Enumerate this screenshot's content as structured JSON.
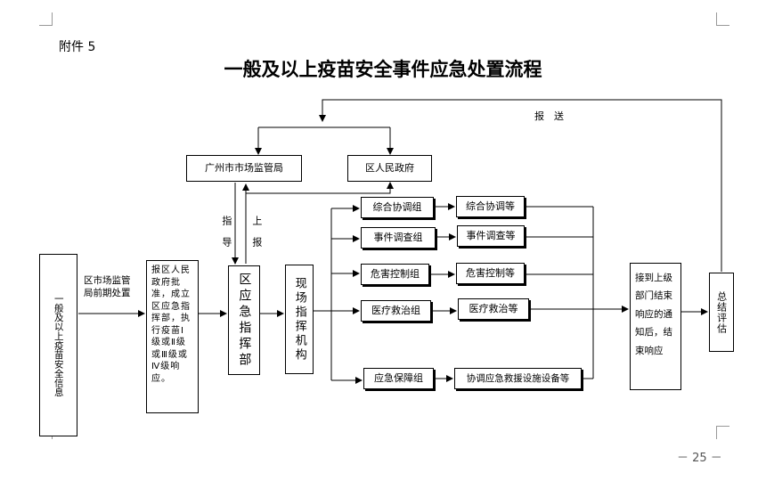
{
  "header": {
    "attachment": "附件 5",
    "title": "一般及以上疫苗安全事件应急处置流程"
  },
  "flow": {
    "report_send": "报　送",
    "gz_bureau": "广州市市场监管局",
    "district_gov": "区人民政府",
    "guide_label": "指　导",
    "report_label": "上　报",
    "info_box": "一般及以上疫苗安全信息",
    "early_handling": "区市场监管局前期处置",
    "approval": "报区人民政府批准，成立区应急指挥部，执行疫苗Ⅰ级或Ⅱ级或Ⅲ级或Ⅳ级响应。",
    "district_command": "区应急指挥部",
    "site_command": "现场指挥机构",
    "groups": [
      {
        "name": "综合协调组",
        "task": "综合协调等"
      },
      {
        "name": "事件调查组",
        "task": "事件调查等"
      },
      {
        "name": "危害控制组",
        "task": "危害控制等"
      },
      {
        "name": "医疗救治组",
        "task": "医疗救治等"
      },
      {
        "name": "应急保障组",
        "task": "协调应急救援设施设备等"
      }
    ],
    "notice": "接到上级部门结束响应的通知后，结束响应",
    "summary": "总结评估"
  },
  "footer": {
    "page_number": "－ 25 －"
  }
}
